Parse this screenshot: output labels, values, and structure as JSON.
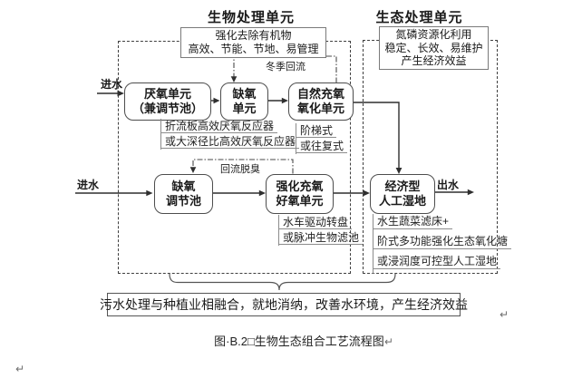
{
  "titles": {
    "bio": "生物处理单元",
    "eco": "生态处理单元"
  },
  "note_bio": {
    "line1": "强化去除有机物",
    "line2": "高效、节能、节地、易管理"
  },
  "note_eco": {
    "line1": "氮磷资源化利用",
    "line2": "稳定、长效、易维护",
    "line3": "产生经济效益"
  },
  "flow": {
    "inflow1": "进水",
    "inflow2": "进水",
    "outflow": "出水",
    "anaerobic": {
      "line1": "厌氧单元",
      "line2": "（兼调节池）"
    },
    "anoxic": {
      "line1": "缺氧",
      "line2": "单元"
    },
    "natural_oxygen": {
      "line1": "自然充氧",
      "line2": "氧化单元"
    },
    "anoxic_regulating": {
      "line1": "缺氧",
      "line2": "调节池"
    },
    "enhanced_aerobic": {
      "line1": "强化充氧",
      "line2": "好氧单元"
    },
    "wetland": {
      "line1": "经济型",
      "line2": "人工湿地"
    }
  },
  "recycle": {
    "winter": "冬季回流",
    "deodorize": "回流脱臭"
  },
  "annos": {
    "anaerobic": [
      "折流板高效厌氧反应器",
      "或大深径比高效厌氧反应器"
    ],
    "natural": [
      "阶梯式",
      "或往复式"
    ],
    "aerobic": [
      "水车驱动转盘",
      "或脉冲生物滤池"
    ],
    "wetland": [
      "水生蔬菜滤床+",
      "阶式多功能强化生态氧化塘",
      "或浸润度可控型人工湿地"
    ]
  },
  "summary": "污水处理与种植业相融合，就地消纳，改善水环境，产生经济效益",
  "caption": "图·B.2□生物生态组合工艺流程图",
  "return_mark": "↵",
  "colors": {
    "line": "#2f2f2f",
    "recycle_line": "#4a4a4a",
    "gray_line": "#8c8c8c",
    "brace": "#555555"
  }
}
